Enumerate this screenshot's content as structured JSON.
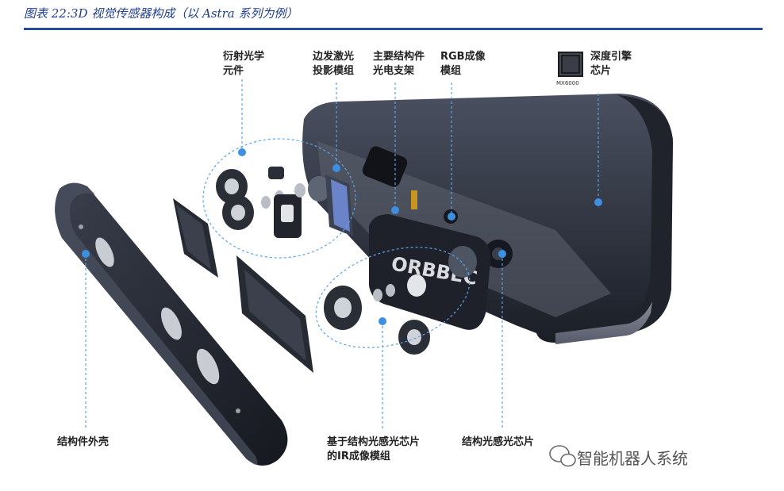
{
  "caption": "图表 22:3D 视觉传感器构成（以 Astra 系列为例）",
  "labels": {
    "diffractive": "衍射光学\n元件",
    "laser": "边发激光\n投影模组",
    "bracket": "主要结构件\n光电支架",
    "rgb": "RGB成像\n模组",
    "depth_chip": "深度引擎\n芯片",
    "shell": "结构件外壳",
    "ir_module": "基于结构光感光芯片\n的IR成像模组",
    "sensor": "结构光感光芯片"
  },
  "chip_name": "MX6000",
  "brand_text": "ORBBEC",
  "watermark": "智能机器人系统",
  "colors": {
    "caption": "#1f3e8c",
    "accent": "#3d8fe0",
    "body": "#2b2f3a"
  }
}
